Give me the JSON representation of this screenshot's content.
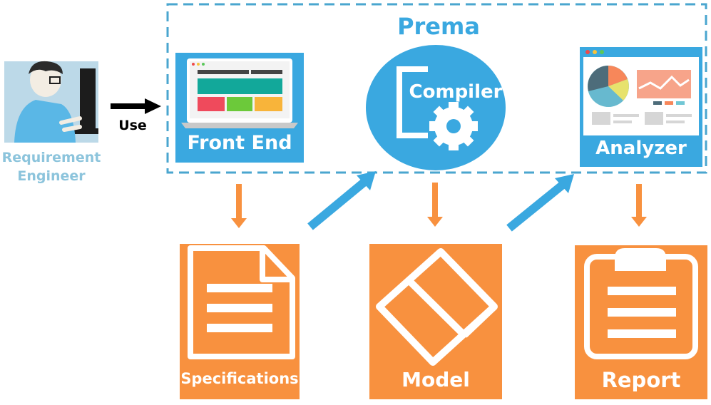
{
  "system": {
    "title": "Prema"
  },
  "actor": {
    "label_line1": "Requirement",
    "label_line2": "Engineer"
  },
  "use_label": "Use",
  "components": {
    "front_end": "Front End",
    "compiler": "Compiler",
    "analyzer": "Analyzer"
  },
  "artifacts": {
    "specifications": "Specifications",
    "model": "Model",
    "report": "Report"
  },
  "colors": {
    "blue": "#3aa8e0",
    "orange": "#f8913f",
    "dashed_border": "#4aa6cf",
    "actor_label": "#8cc4dc"
  }
}
